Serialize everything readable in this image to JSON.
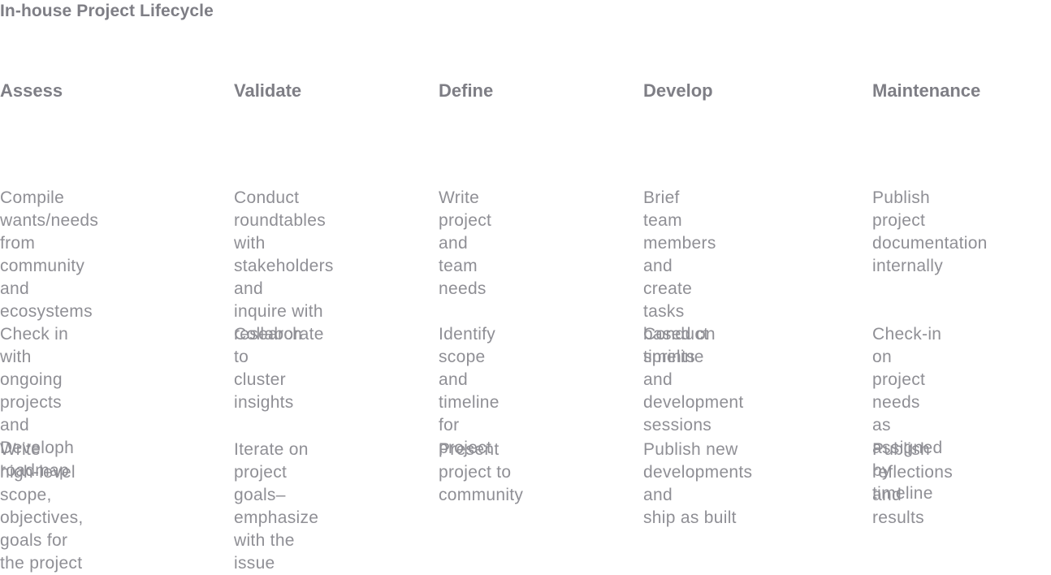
{
  "title": "In-house Project Lifecycle",
  "columns": [
    {
      "header": "Assess",
      "items": [
        "Compile\nwants/needs from\ncommunity and\necosystems",
        "Check in with\nongoing projects\nand Developh\nroadmap",
        "Write high-level\nscope, objectives,\ngoals for the project"
      ]
    },
    {
      "header": "Validate",
      "items": [
        "Conduct\nroundtables with\nstakeholders and\ninquire with\nresearch",
        "Collaborate to\ncluster insights",
        "Iterate on project\ngoals–emphasize\nwith the issue"
      ]
    },
    {
      "header": "Define",
      "items": [
        "Write project and\nteam needs",
        "Identify scope and\ntimeline for project",
        "Present project to\ncommunity"
      ]
    },
    {
      "header": "Develop",
      "items": [
        "Brief team members\nand create tasks\nbased on timeline",
        "Conduct sprints\nand development\nsessions",
        "Publish new\ndevelopments and\nship as built"
      ]
    },
    {
      "header": "Maintenance",
      "items": [
        "Publish project\ndocumentation\ninternally",
        "Check-in on project\nneeds as assigned\nby timeline",
        "Publish reflections\nand results"
      ]
    }
  ]
}
